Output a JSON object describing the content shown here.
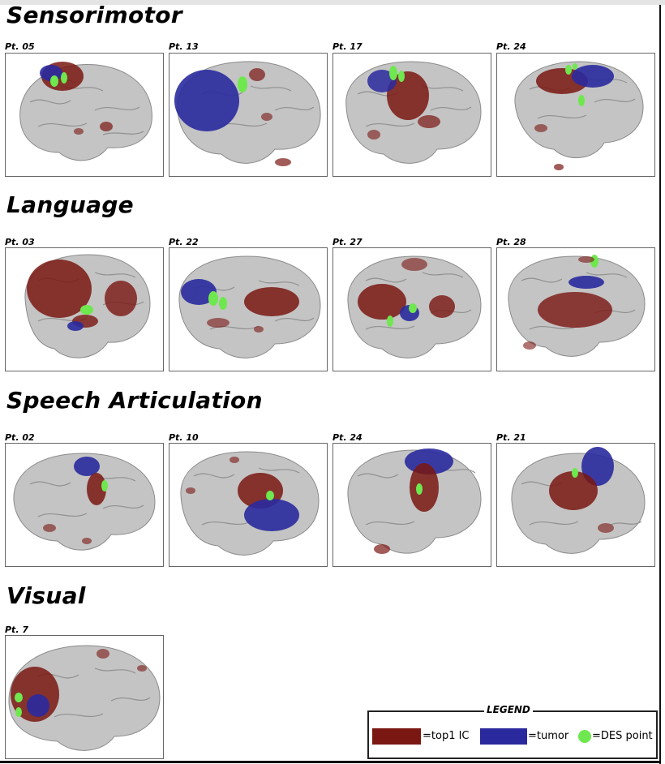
{
  "sections": [
    {
      "title": "Sensorimotor",
      "patients": [
        "Pt. 05",
        "Pt. 13",
        "Pt. 17",
        "Pt. 24"
      ]
    },
    {
      "title": "Language",
      "patients": [
        "Pt. 03",
        "Pt. 22",
        "Pt. 27",
        "Pt. 28"
      ]
    },
    {
      "title": "Speech Articulation",
      "patients": [
        "Pt. 02",
        "Pt. 10",
        "Pt. 24",
        "Pt. 21"
      ]
    },
    {
      "title": "Visual",
      "patients": [
        "Pt. 7"
      ]
    }
  ],
  "legend": {
    "title": "LEGEND",
    "top1_ic_label": "=top1 IC",
    "tumor_label": "=tumor",
    "des_label": "=DES point"
  },
  "colors": {
    "top1_ic": "#7a1712",
    "tumor": "#2a2a9e",
    "des_point": "#6ee84e",
    "brain": "#c4c4c4"
  }
}
